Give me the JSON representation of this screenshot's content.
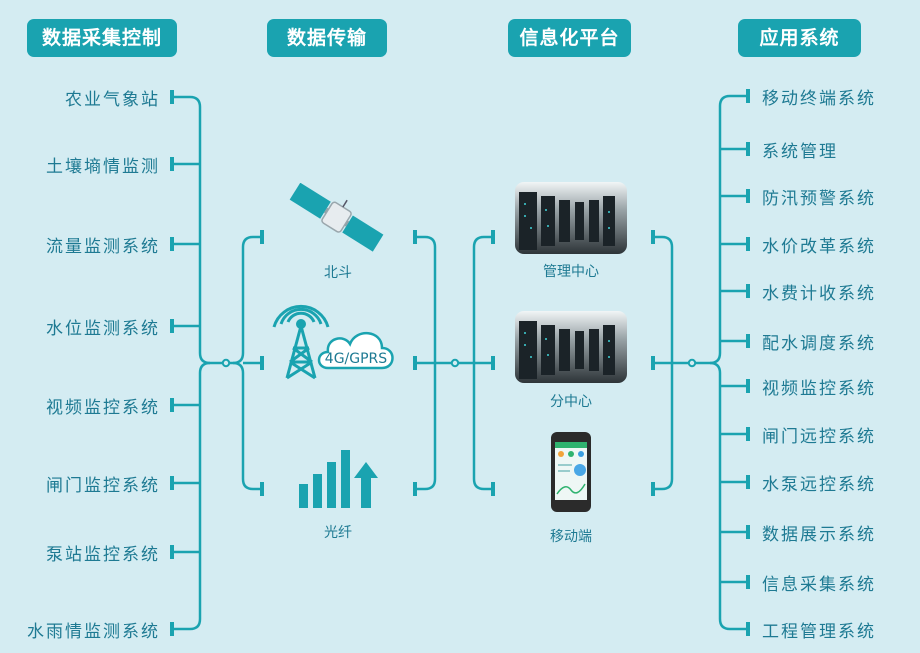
{
  "headers": {
    "data_acquisition": "数据采集控制",
    "data_transmission": "数据传输",
    "information_platform": "信息化平台",
    "application_systems": "应用系统"
  },
  "left_items": [
    "农业气象站",
    "土壤墒情监测",
    "流量监测系统",
    "水位监测系统",
    "视频监控系统",
    "闸门监控系统",
    "泵站监控系统",
    "水雨情监测系统"
  ],
  "transmission": {
    "beidou": "北斗",
    "network_badge": "4G/GPRS",
    "fiber": "光纤"
  },
  "platform": {
    "management_center": "管理中心",
    "sub_center": "分中心",
    "mobile": "移动端"
  },
  "right_items": [
    "移动终端系统",
    "系统管理",
    "防汛预警系统",
    "水价改革系统",
    "水费计收系统",
    "配水调度系统",
    "视频监控系统",
    "闸门远控系统",
    "水泵远控系统",
    "数据展示系统",
    "信息采集系统",
    "工程管理系统"
  ],
  "colors": {
    "accent": "#1aa3b0",
    "label_text": "#1e7a93",
    "background": "#d4ecf2"
  },
  "icons": {
    "satellite": "satellite-icon",
    "cell_tower": "cell-tower-icon",
    "cloud": "cloud-icon",
    "signal_bars": "signal-bars-icon",
    "server_room": "server-rack-image",
    "smartphone": "smartphone-icon"
  }
}
